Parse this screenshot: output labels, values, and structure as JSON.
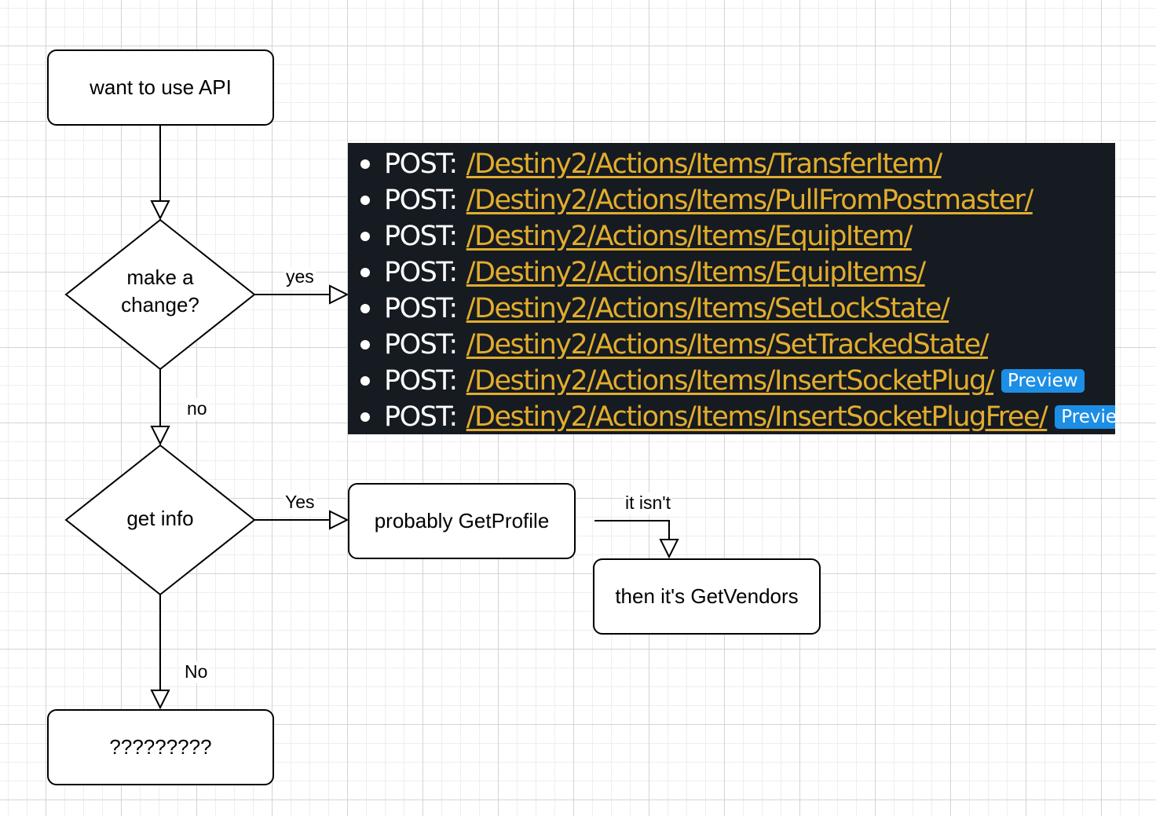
{
  "nodes": {
    "start": "want to use API",
    "decision_change": "make a\nchange?",
    "decision_info": "get info",
    "get_profile": "probably GetProfile",
    "get_vendors": "then it's GetVendors",
    "unknown": "?????????"
  },
  "edges": {
    "change_yes": "yes",
    "change_no": "no",
    "info_yes": "Yes",
    "info_no": "No",
    "profile_fail": "it isn't"
  },
  "api_list": [
    {
      "method": "POST:",
      "path": "/Destiny2/Actions/Items/TransferItem/",
      "badge": ""
    },
    {
      "method": "POST:",
      "path": "/Destiny2/Actions/Items/PullFromPostmaster/",
      "badge": ""
    },
    {
      "method": "POST:",
      "path": "/Destiny2/Actions/Items/EquipItem/",
      "badge": ""
    },
    {
      "method": "POST:",
      "path": "/Destiny2/Actions/Items/EquipItems/",
      "badge": ""
    },
    {
      "method": "POST:",
      "path": "/Destiny2/Actions/Items/SetLockState/",
      "badge": ""
    },
    {
      "method": "POST:",
      "path": "/Destiny2/Actions/Items/SetTrackedState/",
      "badge": ""
    },
    {
      "method": "POST:",
      "path": "/Destiny2/Actions/Items/InsertSocketPlug/",
      "badge": "Preview"
    },
    {
      "method": "POST:",
      "path": "/Destiny2/Actions/Items/InsertSocketPlugFree/",
      "badge": "Preview"
    }
  ],
  "colors": {
    "panel_bg": "#161b21",
    "link": "#e2ad2d",
    "badge": "#1c8ee6"
  }
}
